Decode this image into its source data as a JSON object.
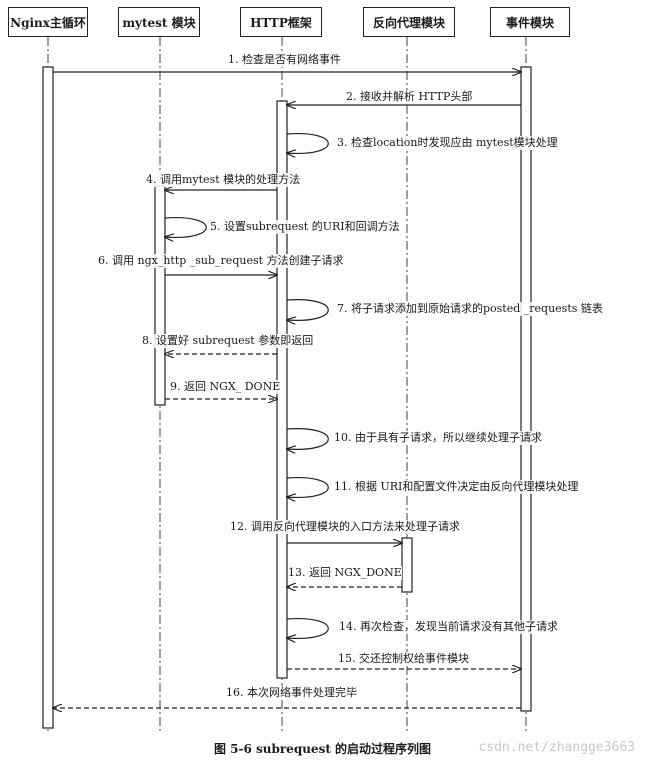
{
  "actors": [
    "Nginx主循环",
    "mytest 模块",
    "HTTP框架",
    "反向代理模块",
    "事件模块"
  ],
  "messages": [
    "1. 检查是否有网络事件",
    "2. 接收并解析 HTTP头部",
    "3. 检查location时发现应由 mytest模块处理",
    "4. 调用mytest 模块的处理方法",
    "5. 设置subrequest 的URI和回调方法",
    "6. 调用 ngx_http _sub_request 方法创建子请求",
    "7. 将子请求添加到原始请求的posted _requests 链表",
    "8. 设置好 subrequest 参数即返回",
    "9. 返回 NGX_ DONE",
    "10. 由于具有子请求，所以继续处理子请求",
    "11. 根据 URI和配置文件决定由反向代理模块处理",
    "12. 调用反向代理模块的入口方法来处理子请求",
    "13. 返回 NGX_DONE",
    "14. 再次检查，发现当前请求没有其他子请求",
    "15. 交还控制权给事件模块",
    "16. 本次网络事件处理完毕"
  ],
  "caption": "图 5-6    subrequest 的启动过程序列图",
  "watermark": "csdn.net/zhangge3663",
  "colors": {
    "line": "#222222",
    "watermark": "#c8c8c8"
  }
}
